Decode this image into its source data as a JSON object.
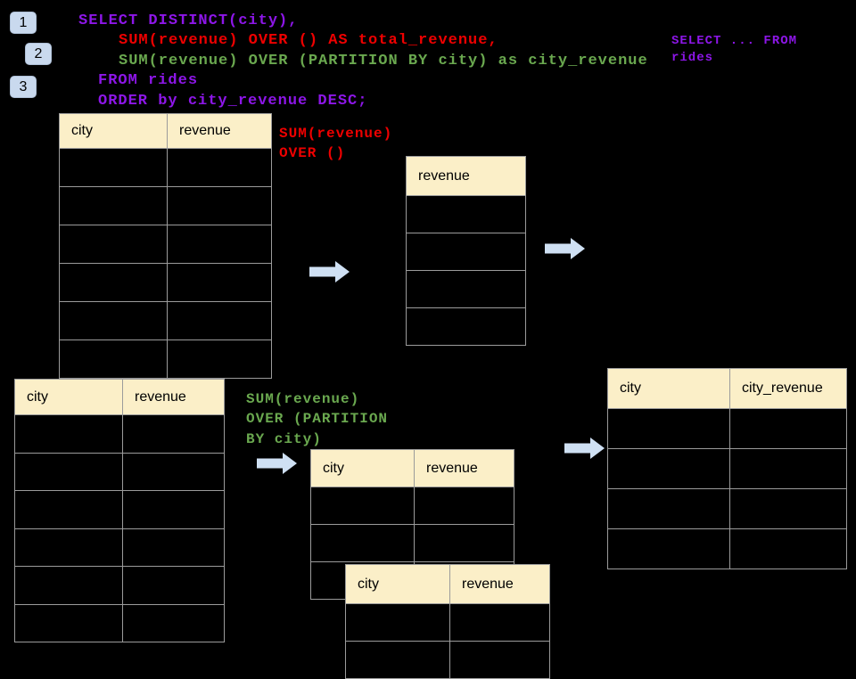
{
  "colors": {
    "background": "#000000",
    "sql_purple": "#8d16e8",
    "sql_red": "#ee0000",
    "sql_green": "#6aa84f",
    "table_header_fill": "#fbefc8",
    "table_border": "#9b9b9b",
    "badge_fill": "#c9d9ee",
    "arrow_fill": "#cfe0f3"
  },
  "badges": [
    {
      "label": "1"
    },
    {
      "label": "2"
    },
    {
      "label": "3"
    }
  ],
  "sql": {
    "lines": [
      {
        "text": "SELECT DISTINCT(city),",
        "color": "purple"
      },
      {
        "text": "SUM(revenue) OVER () AS total_revenue,",
        "color": "red"
      },
      {
        "text": "SUM(revenue) OVER (PARTITION BY city) as city_revenue",
        "color": "green"
      },
      {
        "text": "FROM rides",
        "color": "purple"
      },
      {
        "text": "ORDER by city_revenue DESC;",
        "color": "purple"
      }
    ]
  },
  "side_snippet": {
    "line1": "SELECT ... FROM",
    "line2": "rides"
  },
  "annotations": {
    "total_revenue": {
      "line1": "SUM(revenue)",
      "line2": "OVER ()"
    },
    "partition": {
      "line1": "SUM(revenue)",
      "line2": "OVER (PARTITION",
      "line3": "BY city)"
    }
  },
  "tables": {
    "source_top": {
      "headers": [
        "city",
        "revenue"
      ],
      "body_rows": 6
    },
    "total_result": {
      "headers": [
        "revenue"
      ],
      "body_rows": 4
    },
    "source_bottom": {
      "headers": [
        "city",
        "revenue"
      ],
      "body_rows": 6
    },
    "partition_mid": {
      "headers": [
        "city",
        "revenue"
      ],
      "body_rows": 3
    },
    "partition_overlay": {
      "headers": [
        "city",
        "revenue"
      ],
      "body_rows": 2
    },
    "city_revenue_result": {
      "headers": [
        "city",
        "city_revenue"
      ],
      "body_rows": 4
    }
  }
}
